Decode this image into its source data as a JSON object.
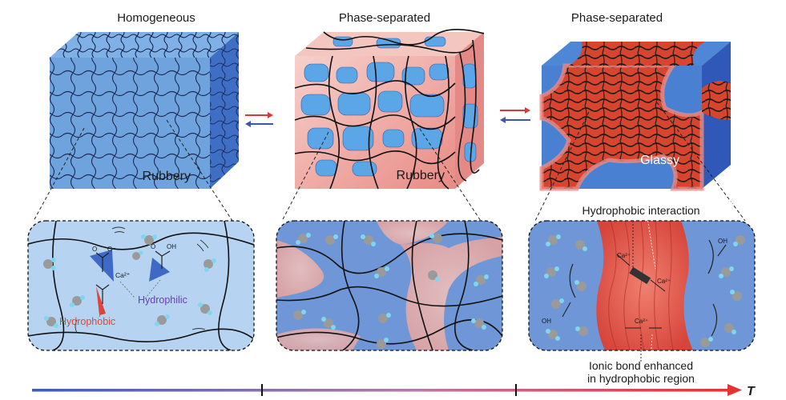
{
  "stages": [
    {
      "title": "Homogeneous",
      "state_label": "Rubbery"
    },
    {
      "title": "Phase-separated",
      "state_label": "Rubbery"
    },
    {
      "title": "Phase-separated",
      "state_label": "Glassy"
    }
  ],
  "annotations": {
    "calcium": "Ca²⁺",
    "hydrophilic": "Hydrophilic",
    "hydrophobic": "Hydrophobic",
    "hydroxyl": "OH",
    "oxygen": "O",
    "carboxylate": "O⁻",
    "hydrophobic_interaction": "Hydrophobic interaction",
    "ionic_bond_line1": "Ionic bond enhanced",
    "ionic_bond_line2": "in hydrophobic region"
  },
  "axis": {
    "label": "T"
  },
  "colors": {
    "hydrophilic_blue": "#5b93d8",
    "hydrophobic_red": "#e0443a",
    "network_line": "#1c1c1c",
    "axis_start": "#3d5fb0",
    "axis_end": "#e53333"
  }
}
